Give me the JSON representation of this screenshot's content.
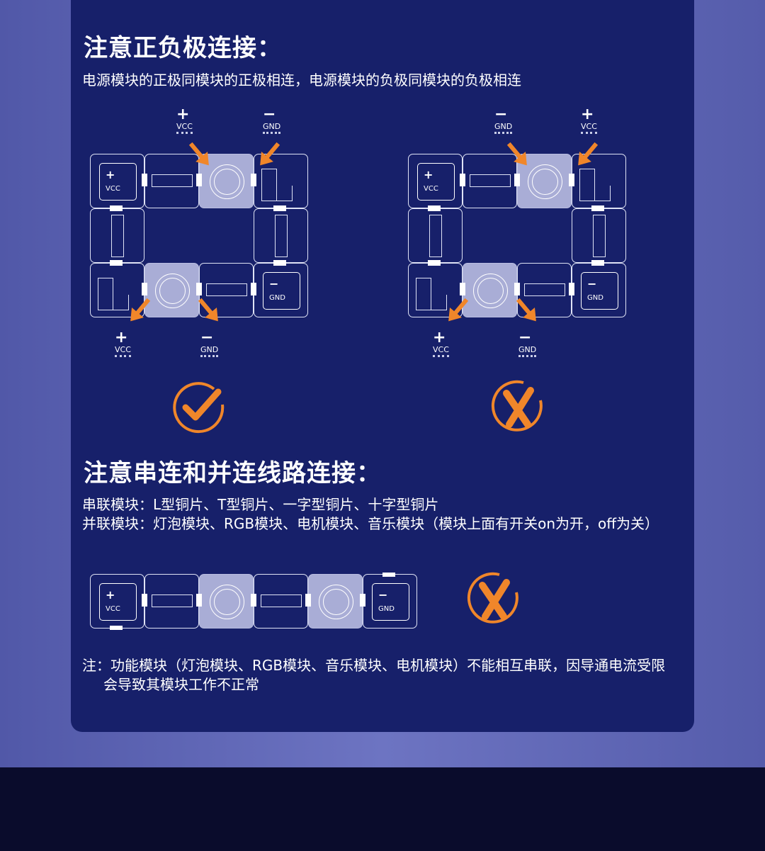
{
  "section1": {
    "title": "注意正负极连接：",
    "desc": "电源模块的正极同模块的正极相连，电源模块的负极同模块的负极相连",
    "correct": {
      "poles": [
        {
          "sign": "+",
          "label": "VCC"
        },
        {
          "sign": "−",
          "label": "GND"
        },
        {
          "sign": "+",
          "label": "VCC"
        },
        {
          "sign": "−",
          "label": "GND"
        }
      ],
      "status": "check-icon"
    },
    "wrong": {
      "poles": [
        {
          "sign": "−",
          "label": "GND"
        },
        {
          "sign": "+",
          "label": "VCC"
        },
        {
          "sign": "+",
          "label": "VCC"
        },
        {
          "sign": "−",
          "label": "GND"
        }
      ],
      "status": "cross-icon"
    }
  },
  "section2": {
    "title": "注意串连和并连线路连接：",
    "line1": "串联模块：L型铜片、T型铜片、一字型铜片、十字型铜片",
    "line2": "并联模块：灯泡模块、RGB模块、电机模块、音乐模块（模块上面有开关on为开，off为关）",
    "status": "cross-icon",
    "note1": "注：功能模块（灯泡模块、RGB模块、音乐模块、电机模块）不能相互串联，因导通电流受限",
    "note2": "会导致其模块工作不正常"
  },
  "chip_labels": {
    "vcc": "VCC",
    "gnd": "GND",
    "plus": "+",
    "minus": "−"
  },
  "colors": {
    "accent": "#f0862a",
    "card": "#17206a"
  }
}
